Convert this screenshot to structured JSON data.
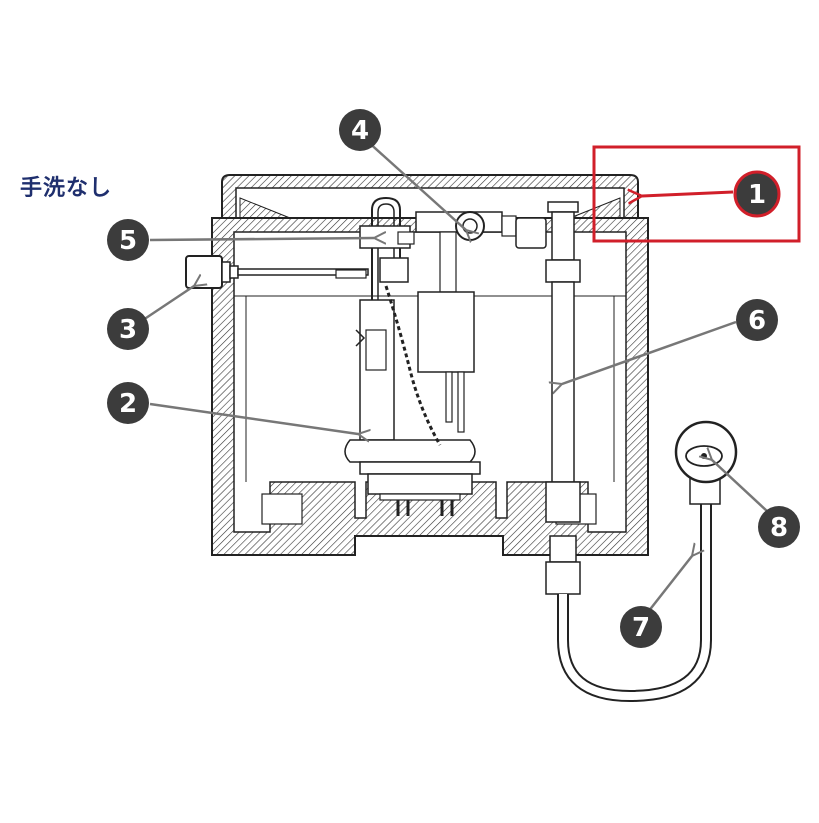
{
  "heading": "手洗なし",
  "colors": {
    "line": "#222222",
    "badge": "#3c3c3c",
    "arrow": "#777777",
    "highlight": "#d11f2a",
    "heading": "#1f2f6e"
  },
  "callouts": [
    {
      "id": "1",
      "label": "1",
      "highlighted": true
    },
    {
      "id": "2",
      "label": "2"
    },
    {
      "id": "3",
      "label": "3"
    },
    {
      "id": "4",
      "label": "4"
    },
    {
      "id": "5",
      "label": "5"
    },
    {
      "id": "6",
      "label": "6"
    },
    {
      "id": "7",
      "label": "7"
    },
    {
      "id": "8",
      "label": "8"
    }
  ]
}
